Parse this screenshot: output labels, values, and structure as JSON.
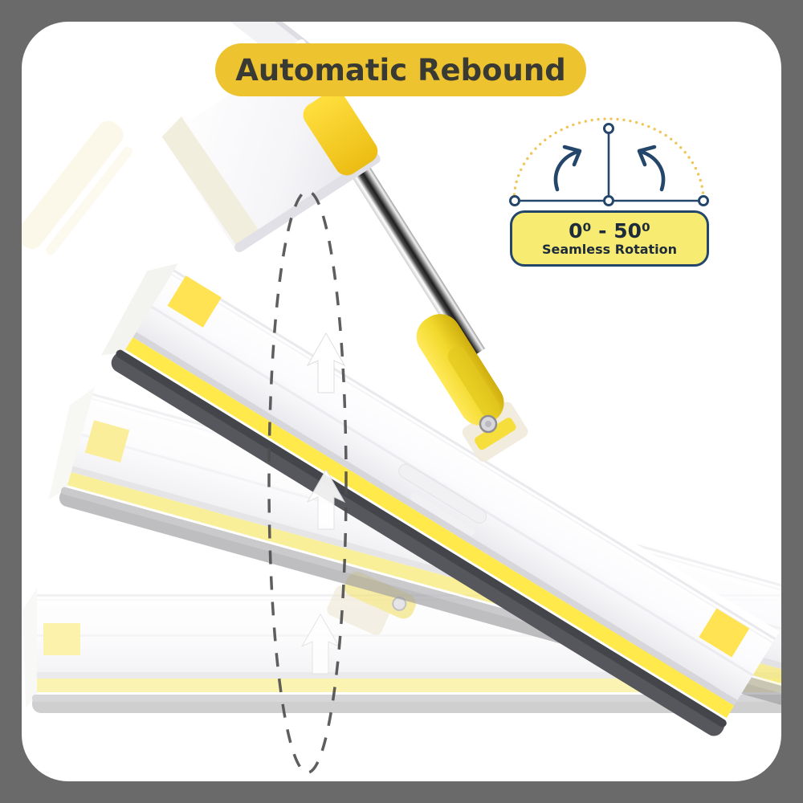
{
  "frame": {
    "background_color": "#6a6a6a",
    "panel_color": "#ffffff"
  },
  "header": {
    "title": "Automatic Rebound",
    "pill_color": "#edc32f",
    "text_color": "#3a3a35"
  },
  "rotation_diagram": {
    "range": "0⁰ - 50⁰",
    "label": "Seamless Rotation",
    "badge_fill": "#f7eb72",
    "line_color": "#24466b",
    "arc_dot_color": "#eec659"
  },
  "product": {
    "positions": [
      "raised",
      "mid-tilt",
      "flat"
    ],
    "accent_yellow": "#ffe94b",
    "hinge_yellow": "#f2d92c",
    "pad_gray": "#a6a6aa",
    "pad_dark_gray": "#55565b",
    "motion_path_color": "#4c4c4c"
  }
}
